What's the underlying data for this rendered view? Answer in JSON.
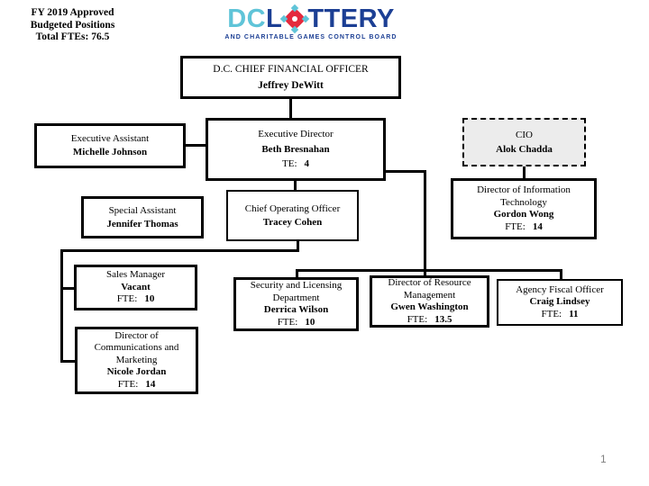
{
  "header": {
    "info_lines": [
      "FY 2019 Approved",
      "Budgeted Positions",
      "Total FTEs:  76.5"
    ],
    "logo": {
      "dc": "DC",
      "l": "L",
      "ttery": "TTERY",
      "subtitle": "AND CHARITABLE GAMES CONTROL BOARD",
      "colors": {
        "light_blue": "#5fc4d8",
        "navy": "#1c3f94",
        "red": "#e42a3d"
      }
    }
  },
  "org": {
    "cfo": {
      "title": "D.C. CHIEF FINANCIAL OFFICER",
      "name": "Jeffrey DeWitt"
    },
    "exec_assistant": {
      "title": "Executive Assistant",
      "name": "Michelle Johnson"
    },
    "exec_director": {
      "title": "Executive Director",
      "name": "Beth Bresnahan",
      "fte_label": "TE:",
      "fte_value": "4"
    },
    "cio": {
      "title": "CIO",
      "name": "Alok Chadda"
    },
    "special_assistant": {
      "title": "Special Assistant",
      "name": "Jennifer Thomas"
    },
    "coo": {
      "title": "Chief Operating Officer",
      "name": "Tracey Cohen"
    },
    "dir_it": {
      "title": "Director of Information Technology",
      "name": "Gordon Wong",
      "fte_label": "FTE:",
      "fte_value": "14"
    },
    "sales_manager": {
      "title": "Sales Manager",
      "name": "Vacant",
      "fte_label": "FTE:",
      "fte_value": "10"
    },
    "security": {
      "title": "Security and Licensing Department",
      "name": "Derrica Wilson",
      "fte_label": "FTE:",
      "fte_value": "10"
    },
    "resource": {
      "title": "Director of Resource Management",
      "name": "Gwen Washington",
      "fte_label": "FTE:",
      "fte_value": "13.5"
    },
    "agency_fiscal": {
      "title": "Agency Fiscal Officer",
      "name": "Craig Lindsey",
      "fte_label": "FTE:",
      "fte_value": "11"
    },
    "dir_comm": {
      "title": "Director of Communications and Marketing",
      "name": "Nicole Jordan",
      "fte_label": "FTE:",
      "fte_value": "14"
    }
  },
  "page": {
    "number": "1"
  }
}
